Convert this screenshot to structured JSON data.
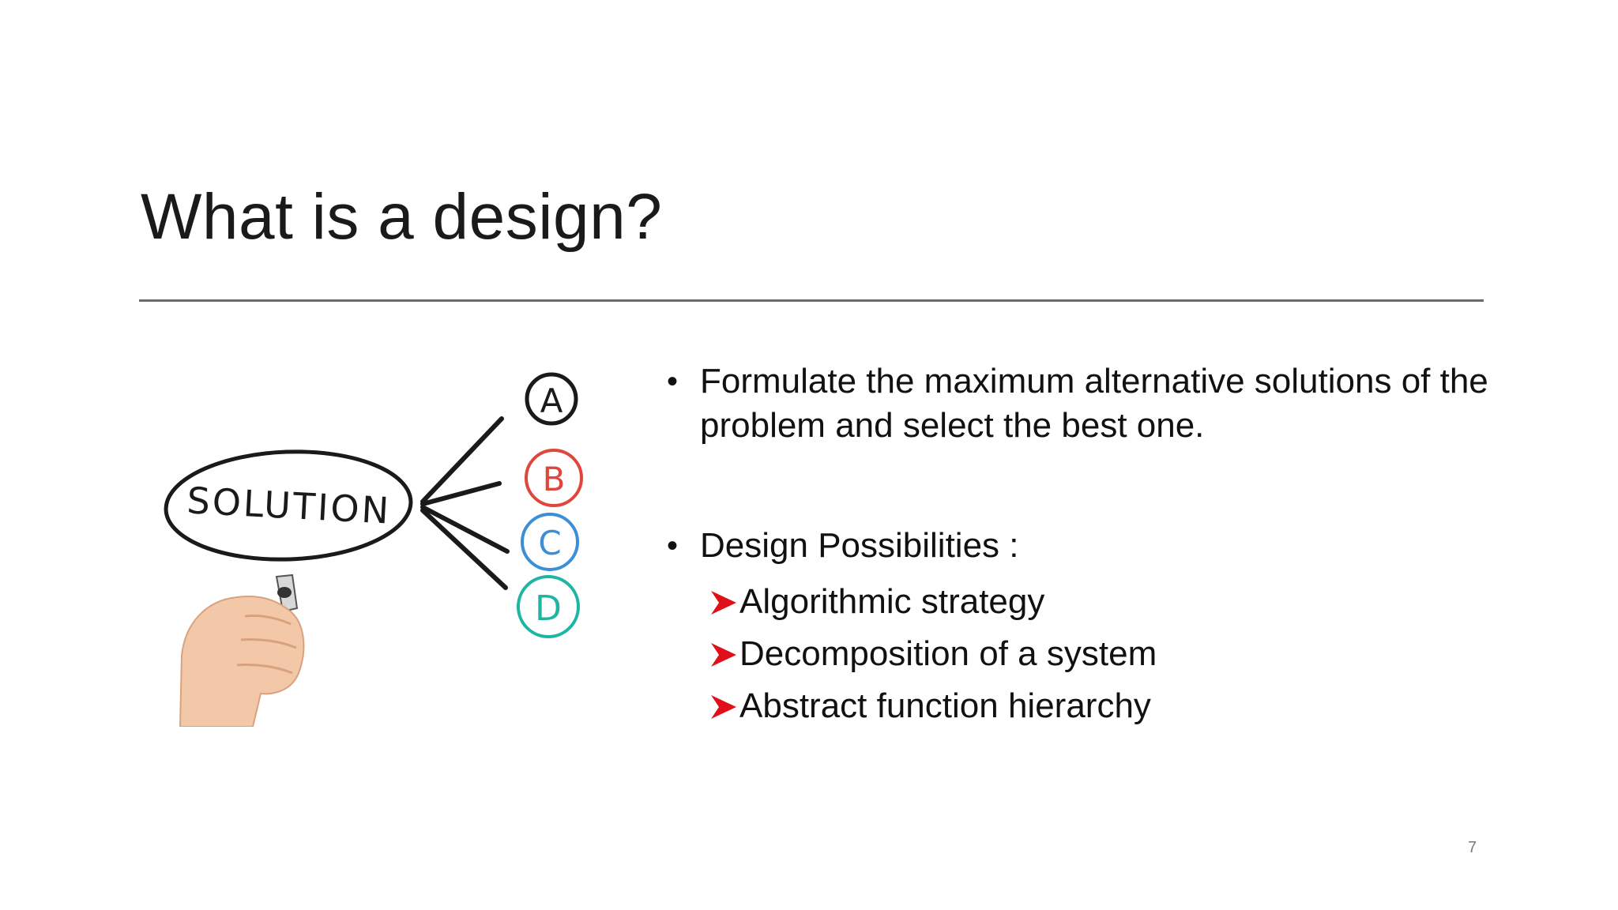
{
  "slide": {
    "title": "What is a design?",
    "page_number": "7"
  },
  "illustration": {
    "oval_label": "SOLUTION",
    "options": [
      {
        "letter": "A",
        "color": "#1a1a1a"
      },
      {
        "letter": "B",
        "color": "#e0463a"
      },
      {
        "letter": "C",
        "color": "#3b8fd6"
      },
      {
        "letter": "D",
        "color": "#1fb5a3"
      }
    ]
  },
  "content": {
    "bullets": [
      {
        "text": "Formulate the maximum alternative solutions of the problem and select the best one."
      },
      {
        "text": "Design Possibilities :",
        "sub_items": [
          "Algorithmic strategy",
          "Decomposition of a system",
          "Abstract function hierarchy"
        ]
      }
    ]
  },
  "colors": {
    "arrow_bullet": "#e0101a",
    "title_rule": "#6b6b6b"
  }
}
